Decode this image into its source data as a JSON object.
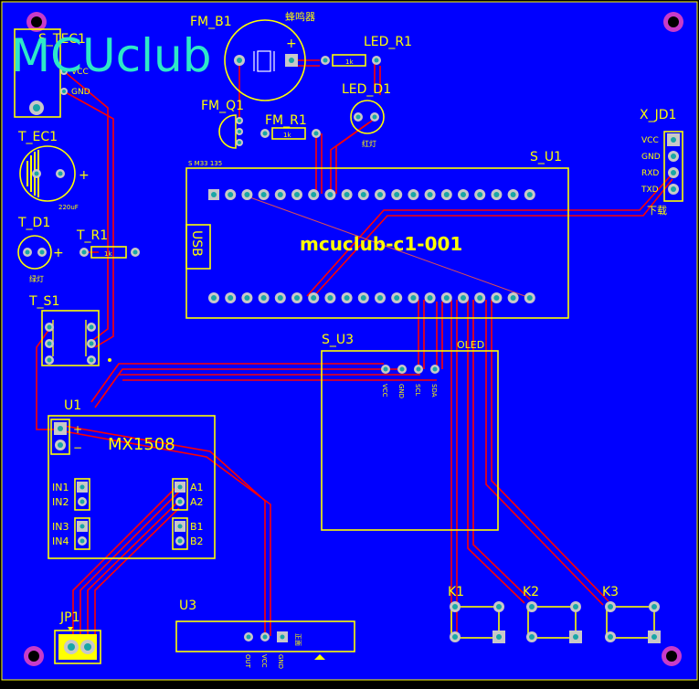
{
  "colors": {
    "board": "#0000ff",
    "silk": "#ffff00",
    "trace": "#ff0000",
    "pad": "#c8c8c8",
    "hole": "#19a6a6",
    "watermark": "#2ee8c8"
  },
  "watermark": "MCUclub",
  "components": {
    "s_tec1": "S_TEC1",
    "vcc": "VCC",
    "gnd": "GND",
    "fm_b1": "FM_B1",
    "buzzer_cn": "蜂鸣器",
    "led_r1": "LED_R1",
    "led_d1": "LED_D1",
    "fm_q1": "FM_Q1",
    "fm_r1": "FM_R1",
    "r1_val": "1k",
    "red_led_cn": "红灯",
    "t_ec1": "T_EC1",
    "cap_val": "220uF",
    "t_d1": "T_D1",
    "t_r1": "T_R1",
    "green_led_cn": "绿灯",
    "t_s1": "T_S1",
    "s_u1": "S_U1",
    "s_u1_small": "S M33 135",
    "usb": "USB",
    "mcu_label": "mcuclub-c1-001",
    "x_jd1": "X_JD1",
    "jd_pins": [
      "VCC",
      "GND",
      "RXD",
      "TXD"
    ],
    "download_cn": "下载",
    "s_u3": "S_U3",
    "oled": "OLED",
    "oled_pins": [
      "VCC",
      "GND",
      "SCL",
      "SDA"
    ],
    "u1": "U1",
    "mx1508": "MX1508",
    "mx_in": [
      "IN1",
      "IN2",
      "IN3",
      "IN4"
    ],
    "mx_out": [
      "A1",
      "A2",
      "B1",
      "B2"
    ],
    "plus": "+",
    "minus": "−",
    "u3": "U3",
    "u3_pins": [
      "OUT",
      "VCC",
      "GND"
    ],
    "u3_cn": "正面",
    "jp1": "JP1",
    "k1": "K1",
    "k2": "K2",
    "k3": "K3"
  }
}
